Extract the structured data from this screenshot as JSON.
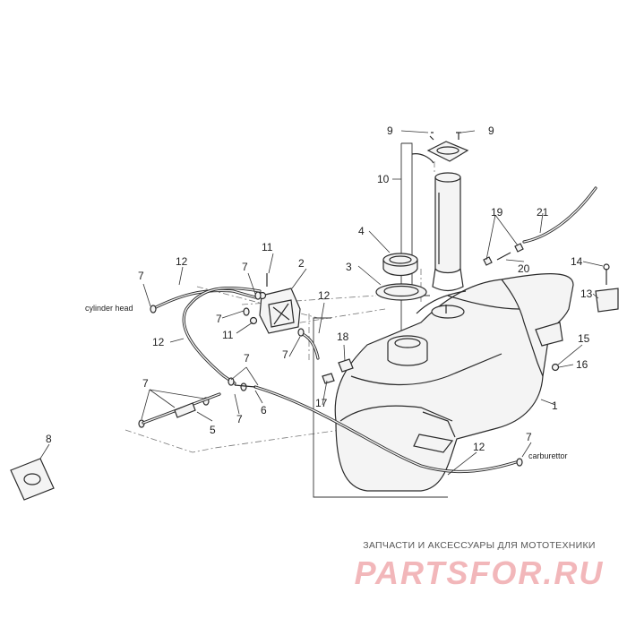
{
  "callouts": {
    "n1": "1",
    "n2": "2",
    "n3": "3",
    "n4": "4",
    "n5": "5",
    "n6": "6",
    "n7": "7",
    "n8": "8",
    "n9": "9",
    "n10": "10",
    "n11": "11",
    "n12": "12",
    "n13": "13",
    "n14": "14",
    "n15": "15",
    "n16": "16",
    "n17": "17",
    "n18": "18",
    "n19": "19",
    "n20": "20",
    "n21": "21"
  },
  "notes": {
    "cylinder_head": "cylinder head",
    "carburettor": "carburettor"
  },
  "watermark": {
    "caption": "ЗАПЧАСТИ И АКСЕССУАРЫ ДЛЯ МОТОТЕХНИКИ",
    "logo": "PARTSFOR.RU"
  }
}
